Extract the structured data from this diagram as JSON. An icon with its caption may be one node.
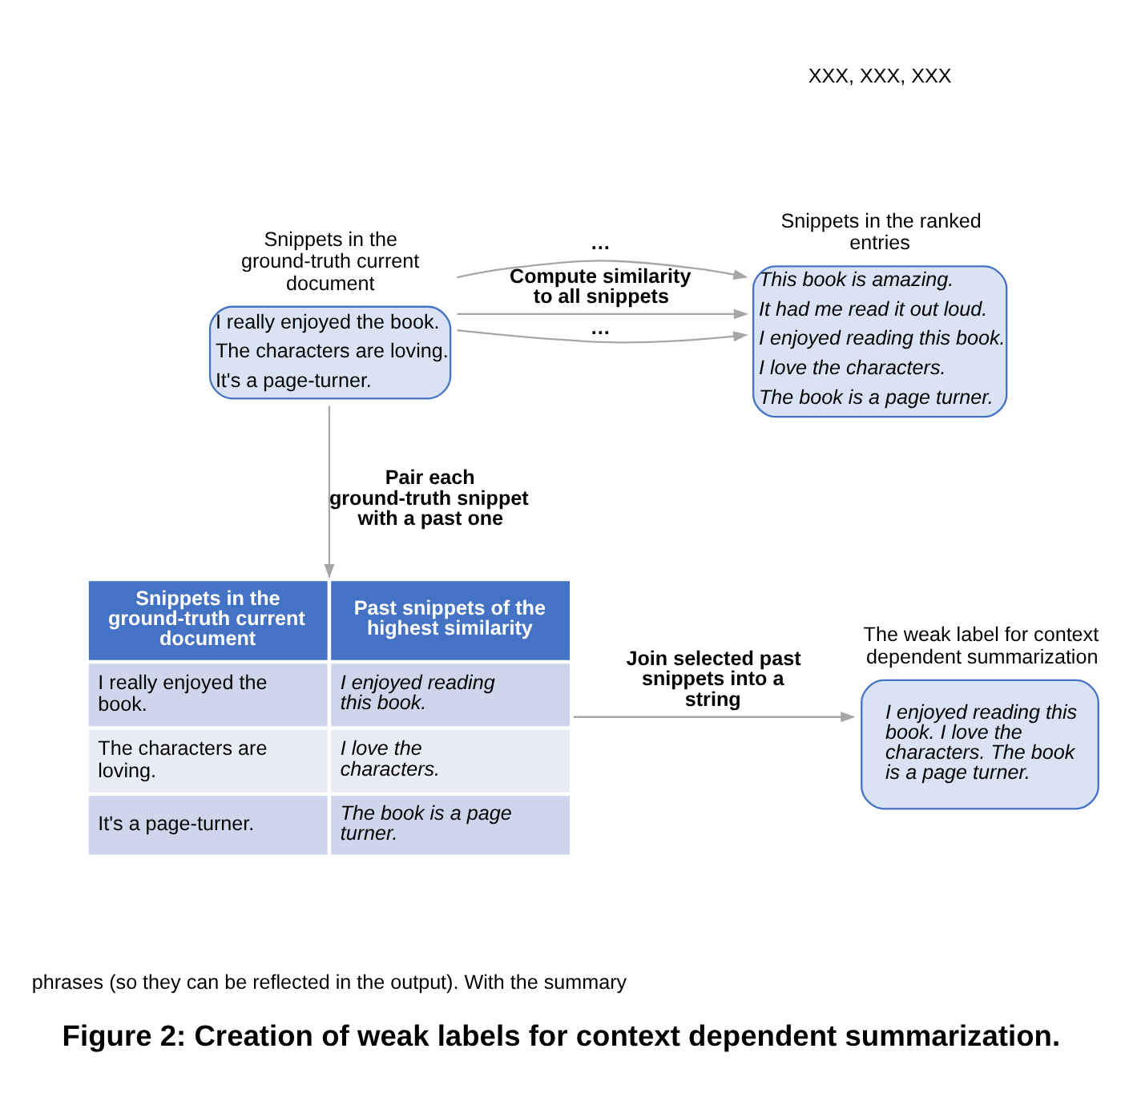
{
  "diagram": {
    "caption": "Figure 2: Creation of weak labels for context dependent summarization.",
    "nodes": [
      {
        "text": [
          "Snippets in the ranked entries",
          "This book is amazing.",
          "It had me read it out loud.",
          "I enjoyed reading this book.",
          "I love the characters.",
          "The book is a page turner."
        ]
      },
      {
        "text": [
          "Snippets in the ground-truth current document",
          "I really enjoyed the book.",
          "The characters are loving.",
          "It's a page-turner."
        ]
      },
      {
        "text": [
          "Snippets in the ground-truth current document",
          "Past snippets of the highest similarity",
          "I really enjoyed the book.",
          "I enjoyed reading this book.",
          "The characters are loving.",
          "I love the characters.",
          "It's a page-turner.",
          "The book is a page turner."
        ]
      },
      {
        "text": [
          "The weak label for context dependent summarization",
          "I enjoyed reading this book. I love the characters. The book is a page turner."
        ]
      }
    ],
    "edges": [
      {
        "from": 1,
        "to": 0,
        "arrow": "to",
        "label": "Compute similarity to all snippets"
      },
      {
        "from": 1,
        "to": 0,
        "arrow": "to",
        "label": "…"
      },
      {
        "from": 1,
        "to": 0,
        "arrow": "to",
        "label": "…"
      },
      {
        "from": 1,
        "to": 2,
        "arrow": "to",
        "label": "Pair each ground-truth snippet with a past one"
      },
      {
        "from": 2,
        "to": 3,
        "arrow": "to",
        "label": "Join selected past snippets into a string"
      }
    ],
    "labels": [
      "XXX, XXX, XXX",
      "phrases (so they can be reflected in the output). With the summary"
    ]
  }
}
